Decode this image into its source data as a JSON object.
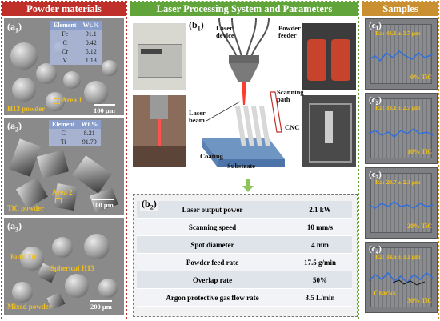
{
  "headers": {
    "left": "Powder materials",
    "middle": "Laser Processing  System and Parameters",
    "right": "Samples"
  },
  "powders": [
    {
      "label": "a",
      "sub": "1",
      "name": "H13 powder",
      "area": "Area 1",
      "scale": "100 μm",
      "table_header": [
        "Element",
        "Wt.%"
      ],
      "table_rows": [
        [
          "Fe",
          "91.1"
        ],
        [
          "C",
          "0.42"
        ],
        [
          "Cr",
          "5.12"
        ],
        [
          "V",
          "1.13"
        ]
      ]
    },
    {
      "label": "a",
      "sub": "2",
      "name": "TiC powder",
      "area": "Area 2",
      "scale": "100 μm",
      "table_header": [
        "Element",
        "Wt.%"
      ],
      "table_rows": [
        [
          "C",
          "8.21"
        ],
        [
          "Ti",
          "91.79"
        ]
      ]
    },
    {
      "label": "a",
      "sub": "3",
      "name": "Mixed powder",
      "bulk": "Bulk TiC",
      "spherical": "Spherical H13",
      "scale": "200 μm"
    }
  ],
  "diagram": {
    "label": "b",
    "sub": "1",
    "laser_device": "Laser device",
    "powder_feeder": "Powder feeder",
    "scanning_path": "Scanning path",
    "laser_beam": "Laser beam",
    "cnc": "CNC",
    "coating": "Coating",
    "substrate": "Substrate"
  },
  "params": {
    "label": "b",
    "sub": "2",
    "rows": [
      {
        "name": "Laser output power",
        "value": "2.1 kW"
      },
      {
        "name": "Scanning speed",
        "value": "10 mm/s"
      },
      {
        "name": "Spot diameter",
        "value": "4 mm"
      },
      {
        "name": "Powder feed rate",
        "value": "17.5 g/min"
      },
      {
        "name": "Overlap rate",
        "value": "50%"
      },
      {
        "name": "Argon protective gas flow rate",
        "value": "3.5 L/min"
      }
    ]
  },
  "samples": [
    {
      "label": "c",
      "sub": "1",
      "ra": "Ra: 41.1 ± 3.7 μm",
      "text": "0% TiC"
    },
    {
      "label": "c",
      "sub": "2",
      "ra": "Ra: 33.1 ± 2.7 μm",
      "text": "10% TiC"
    },
    {
      "label": "c",
      "sub": "3",
      "ra": "Ra: 29.7 ± 2.3 μm",
      "text": "20% TiC"
    },
    {
      "label": "c",
      "sub": "4",
      "ra": "Ra: 34.6 ± 3.1 μm",
      "text": "30% TiC",
      "cracks": "Cracks"
    }
  ],
  "colors": {
    "left_header": "#c0302a",
    "middle_header": "#60a43a",
    "right_header": "#c98f30",
    "highlight": "#f0c020"
  }
}
